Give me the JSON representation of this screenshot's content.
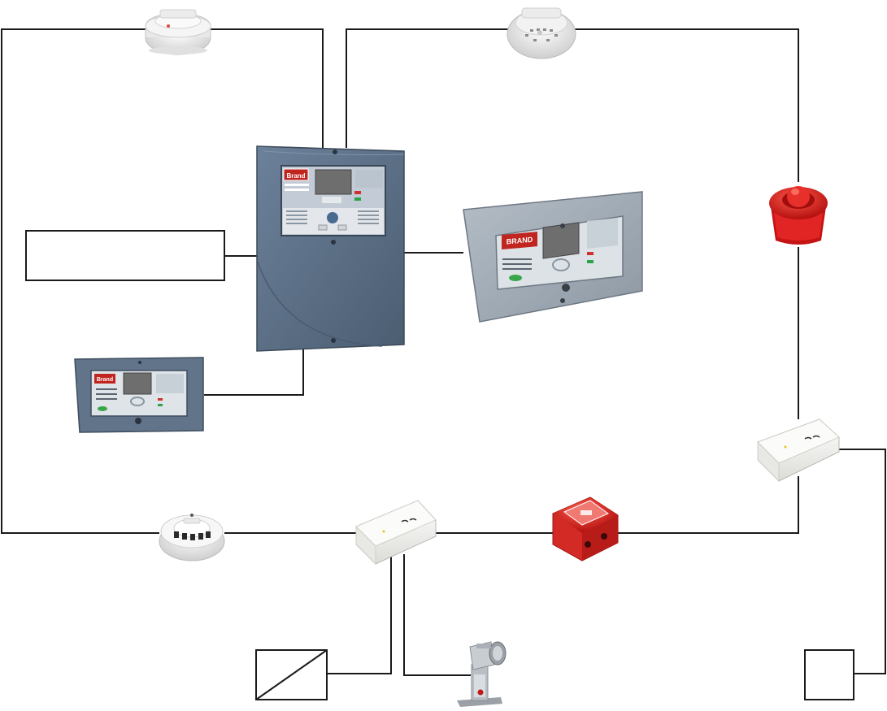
{
  "diagram": {
    "background": "#ffffff",
    "wire_color": "#1a1a1a",
    "devices": [
      {
        "id": "smoke-detector-top-left",
        "icon": "smoke-detector-icon"
      },
      {
        "id": "heat-detector-top",
        "icon": "heat-detector-icon"
      },
      {
        "id": "fire-alarm-control-panel",
        "icon": "control-panel-icon"
      },
      {
        "id": "fire-brigade-indicator-panel-large",
        "icon": "indicator-panel-icon"
      },
      {
        "id": "fire-brigade-indicator-panel-small",
        "icon": "indicator-panel-icon"
      },
      {
        "id": "external-connection-box",
        "icon": "empty-box-icon"
      },
      {
        "id": "alarm-sounder",
        "icon": "sounder-icon"
      },
      {
        "id": "io-module-right",
        "icon": "io-module-icon"
      },
      {
        "id": "io-module-bottom",
        "icon": "io-module-icon"
      },
      {
        "id": "optical-detector-bottom",
        "icon": "smoke-detector-icon"
      },
      {
        "id": "manual-call-point",
        "icon": "call-point-icon"
      },
      {
        "id": "door-holder-magnet",
        "icon": "door-magnet-icon"
      },
      {
        "id": "converter-box",
        "icon": "converter-symbol-icon"
      },
      {
        "id": "relay-box",
        "icon": "empty-box-icon"
      }
    ],
    "panel_labels": {
      "cp_brand": "Brand",
      "ip_large_brand": "BRAND",
      "ip_small_brand": "Brand"
    },
    "colors": {
      "panel_blue": "#5d7188",
      "panel_blue_dark": "#455669",
      "panel_grey": "#9aa5b0",
      "screen": "#6e6e6e",
      "sounder_red": "#d61a1a",
      "callpoint_red": "#e0322d",
      "module_white": "#f4f4f2"
    }
  }
}
